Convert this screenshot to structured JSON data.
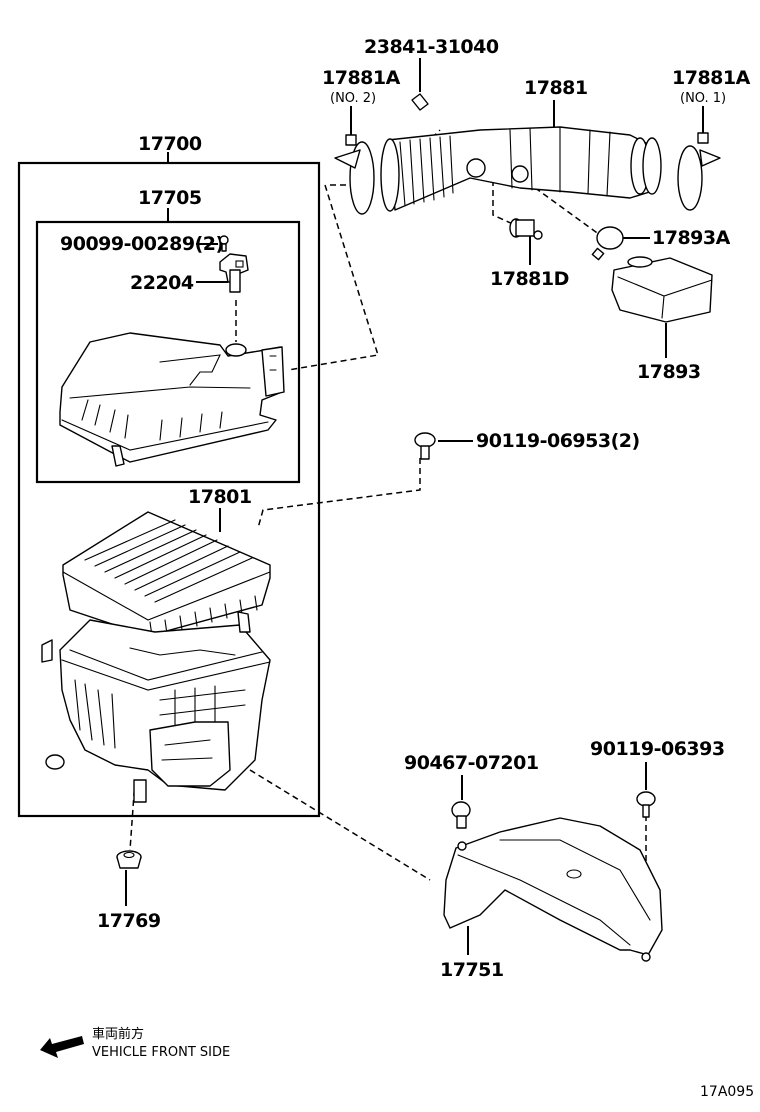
{
  "diagram": {
    "type": "exploded-parts-diagram",
    "subject": "Air cleaner assembly and intake hose",
    "labels": {
      "air_cleaner_assy": "17700",
      "cap_sub_assy": "17705",
      "screw": "90099-00289(2)",
      "sensor": "22204",
      "element": "17801",
      "grommet": "17769",
      "clip": "23841-31040",
      "clamp_no2": "17881A",
      "clamp_no2_sub": "(NO. 2)",
      "hose": "17881",
      "clamp_no1": "17881A",
      "clamp_no1_sub": "(NO. 1)",
      "hose_fitting": "17881D",
      "resonator_clamp": "17893A",
      "resonator": "17893",
      "bolt_top": "90119-06953(2)",
      "bolt_inlet_left": "90467-07201",
      "bolt_inlet_right": "90119-06393",
      "inlet_duct": "17751"
    },
    "direction_note": {
      "jp": "車両前方",
      "en": "VEHICLE FRONT SIDE",
      "arrow_icon": "arrow-front-left"
    },
    "figure_ref": "17A095"
  }
}
